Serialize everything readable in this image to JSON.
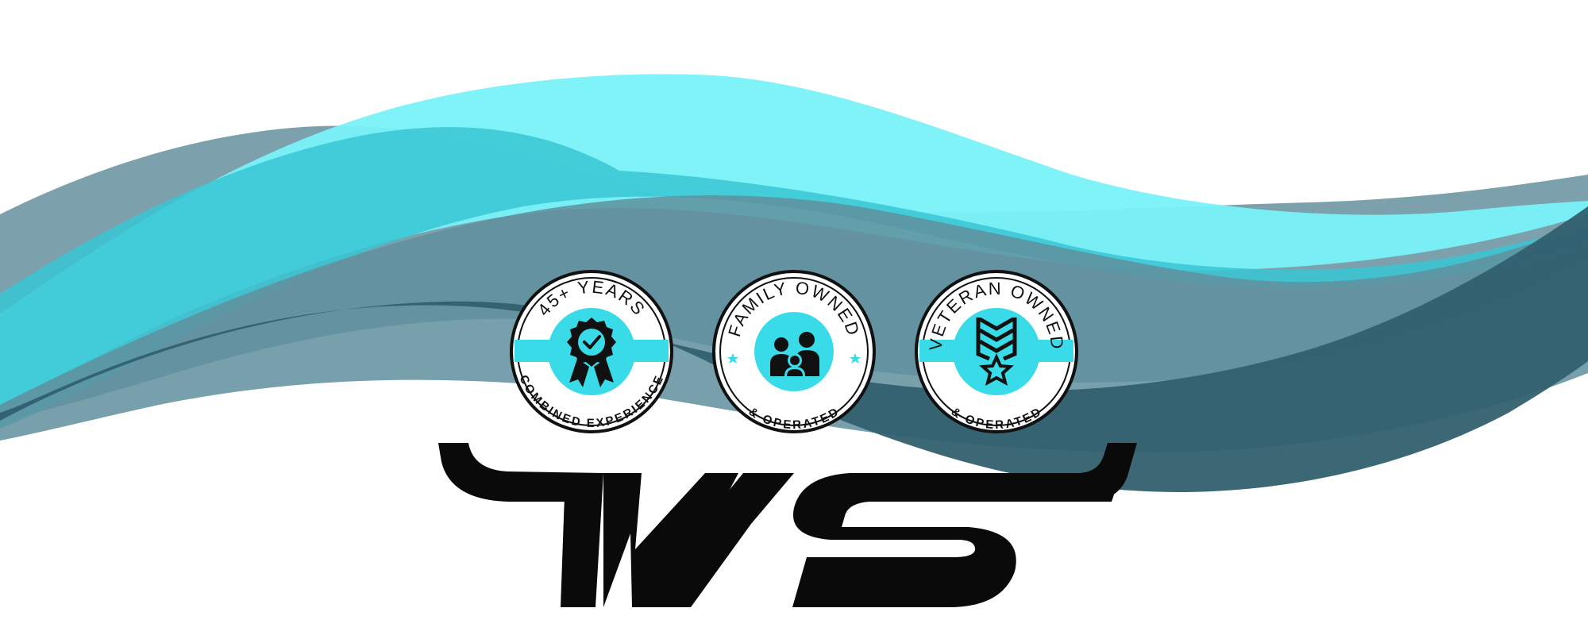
{
  "colors": {
    "cyan_light": "#79f2f8",
    "cyan_mid": "#38c6d3",
    "slate_light": "#6f97a3",
    "slate_mid": "#5f8f9d",
    "slate_dark": "#32606f",
    "badge_ring": "#111111",
    "badge_accent": "#39dbe9",
    "logo": "#0a0a0a"
  },
  "badges": [
    {
      "top_text": "45+ YEARS",
      "bottom_text": "COMBINED EXPERIENCE",
      "icon": "award-ribbon-check-icon",
      "stars": false
    },
    {
      "top_text": "FAMILY OWNED",
      "bottom_text": "& OPERATED",
      "icon": "family-icon",
      "stars": true
    },
    {
      "top_text": "VETERAN OWNED",
      "bottom_text": "& OPERATED",
      "icon": "military-chevron-star-icon",
      "stars": false
    }
  ],
  "logo": {
    "icon": "ws-logo-icon"
  }
}
